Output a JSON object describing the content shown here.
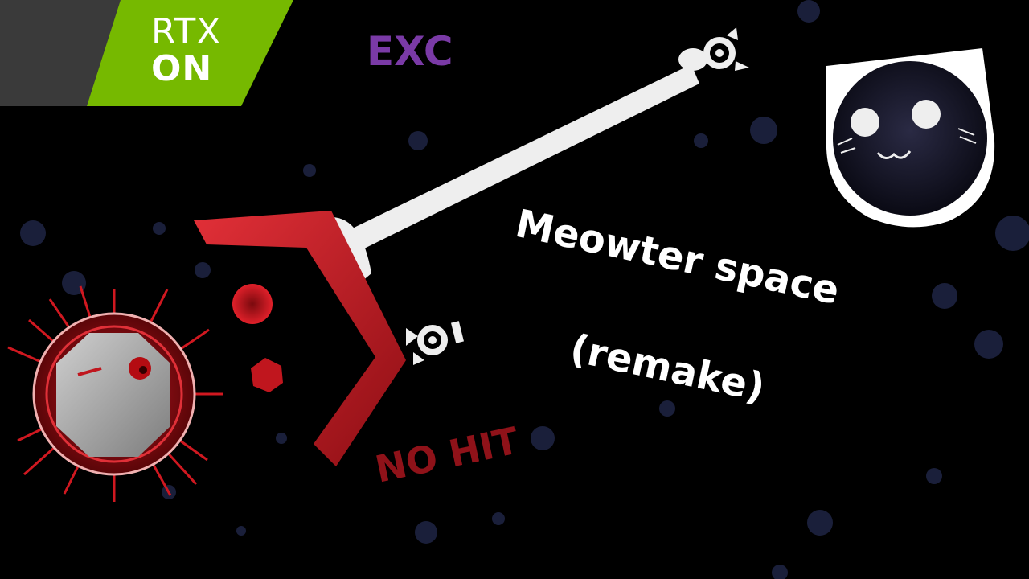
{
  "badge": {
    "line1": "RTX",
    "line2": "ON",
    "green": "#76b900",
    "gray": "#3a3a3a"
  },
  "difficulty": {
    "label": "EXC",
    "color": "#7a3aa6"
  },
  "title": {
    "line1": "Meowter space",
    "line2": "(remake)"
  },
  "status": {
    "label": "NO HIT",
    "color": "#8f1219"
  },
  "colors": {
    "background": "#000000",
    "hazard_red": "#c0161e",
    "player_white": "#eeeeee",
    "stars": "#1a1f3a"
  },
  "icons": [
    "cat-face-icon",
    "player-ship-icon",
    "boss-sphere-icon"
  ]
}
